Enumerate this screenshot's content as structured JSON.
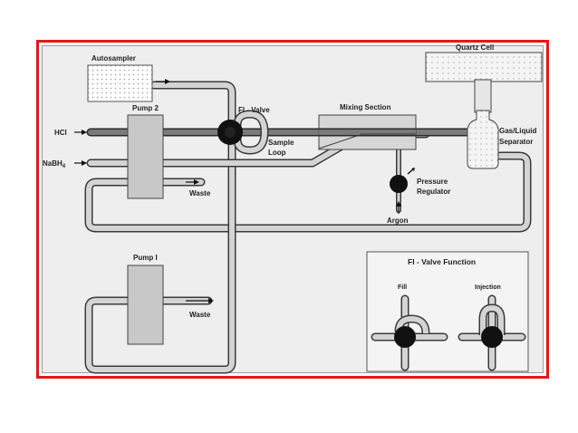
{
  "labels": {
    "autosampler": "Autosampler",
    "pump2": "Pump 2",
    "pump1": "Pump I",
    "fi_valve": "FI - Valve",
    "sample": "Sample",
    "loop": "Loop",
    "mixing_section": "Mixing Section",
    "quartz_cell": "Quartz Cell",
    "gas_liquid_1": "Gas/Liquid",
    "gas_liquid_2": "Separator",
    "hcl": "HCl",
    "nabh4_main": "NaBH",
    "nabh4_sub": "4",
    "waste_top": "Waste",
    "waste_bottom": "Waste",
    "pressure": "Pressure",
    "regulator": "Regulator",
    "argon": "Argon",
    "inset_title": "FI - Valve Function",
    "inset_fill": "Fill",
    "inset_injection": "Injection"
  },
  "colors": {
    "frame": "#e3171b",
    "panel_bg": "#eeeeee",
    "tube_fill": "#cfcfcf",
    "tube_dark": "#6a6a6a",
    "tube_stroke": "#3a3a3a",
    "valve": "#111111"
  }
}
